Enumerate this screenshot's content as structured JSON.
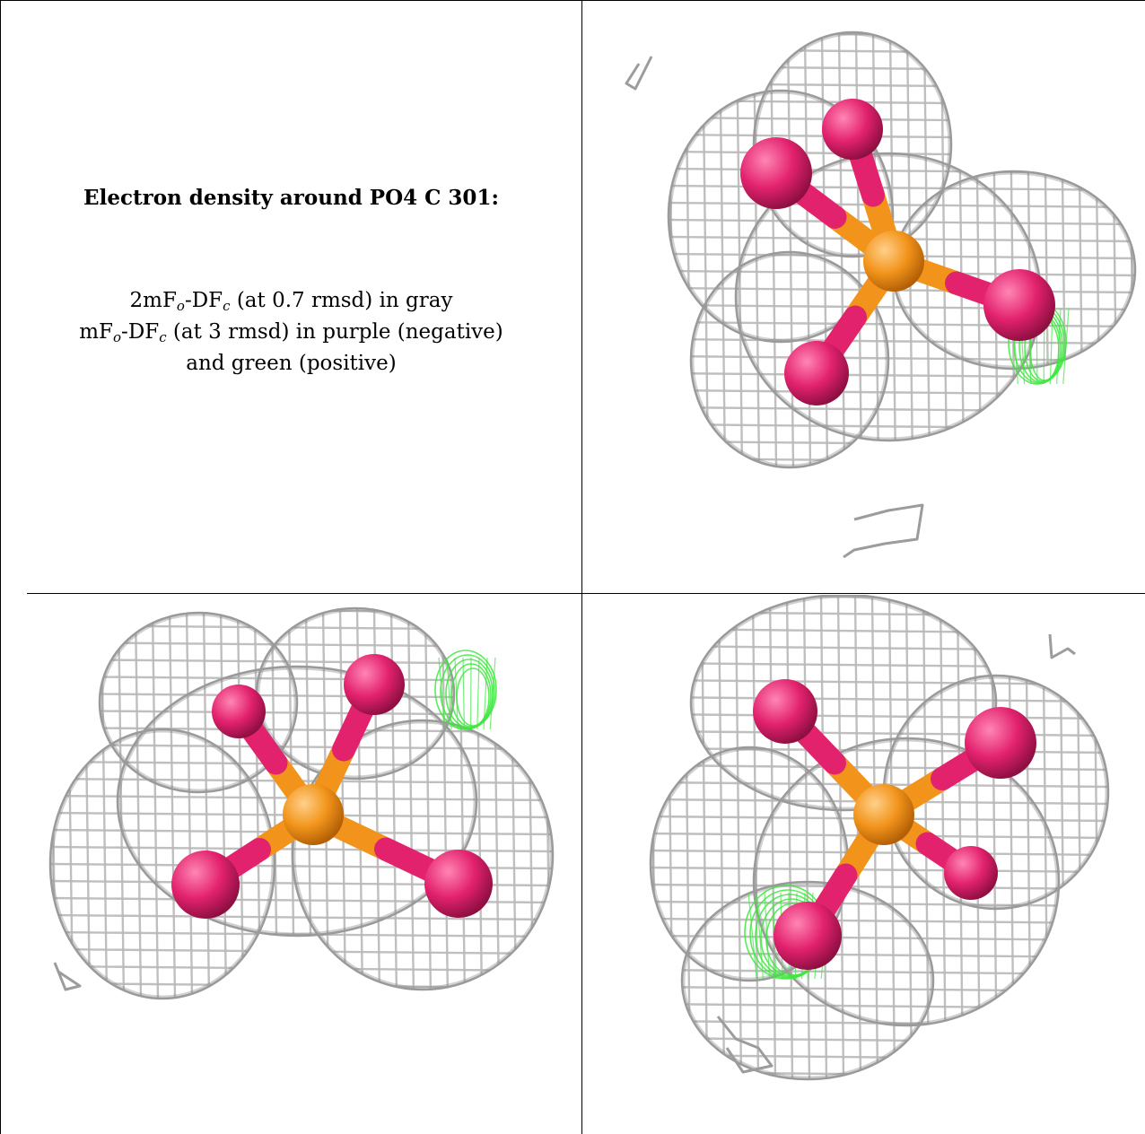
{
  "caption": {
    "title": "Electron density around PO4 C 301:",
    "line1": {
      "a": "2mF",
      "b": "o",
      "c": "-DF",
      "d": "c",
      "e": " (at 0.7 rmsd) in gray"
    },
    "line2": {
      "a": "mF",
      "b": "o",
      "c": "-DF",
      "d": "c",
      "e": " (at 3 rmsd) in purple (negative)"
    },
    "line3": "and green (positive)"
  },
  "colors": {
    "mesh_2fofc": "#b9b9b9",
    "mesh_fofc_positive": "#3ee83e",
    "phosphorus": "#f2941b",
    "oxygen": "#e3226e"
  }
}
